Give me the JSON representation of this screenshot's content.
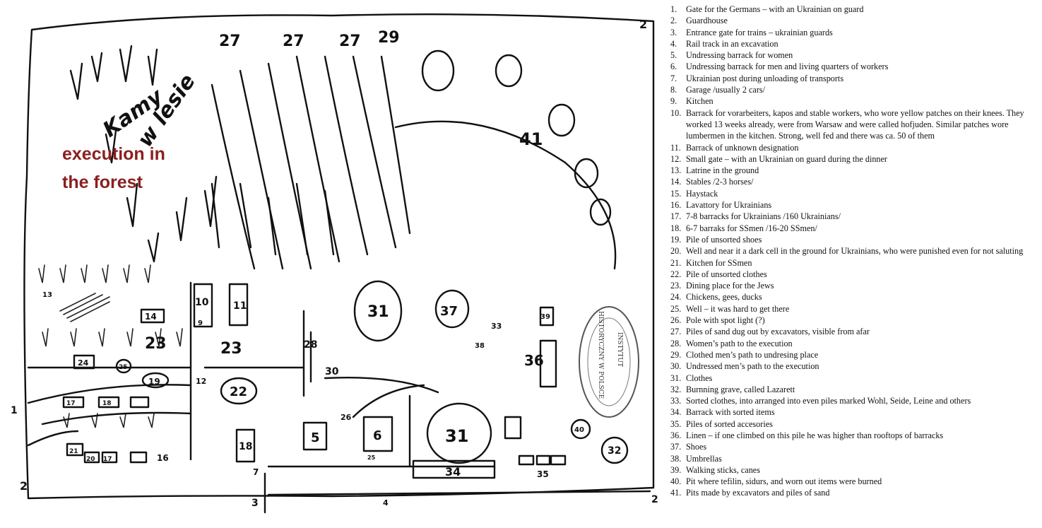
{
  "map": {
    "annotation": [
      "execution in",
      "the forest"
    ],
    "script_words": [
      "Kamy",
      "w lesie"
    ],
    "labels": [
      {
        "id": "l27a",
        "text": "27"
      },
      {
        "id": "l27b",
        "text": "27"
      },
      {
        "id": "l27c",
        "text": "27"
      },
      {
        "id": "l29",
        "text": "29"
      },
      {
        "id": "l41",
        "text": "41"
      },
      {
        "id": "l31a",
        "text": "31"
      },
      {
        "id": "l37",
        "text": "37"
      },
      {
        "id": "l33",
        "text": "33"
      },
      {
        "id": "l38",
        "text": "38"
      },
      {
        "id": "l36",
        "text": "36"
      },
      {
        "id": "l39",
        "text": "39"
      },
      {
        "id": "l10",
        "text": "10"
      },
      {
        "id": "l11",
        "text": "11"
      },
      {
        "id": "l9",
        "text": "9"
      },
      {
        "id": "l23a",
        "text": "23"
      },
      {
        "id": "l23b",
        "text": "23"
      },
      {
        "id": "l14",
        "text": "14"
      },
      {
        "id": "l13",
        "text": "13"
      },
      {
        "id": "l24",
        "text": "24"
      },
      {
        "id": "l25b",
        "text": "25"
      },
      {
        "id": "l19",
        "text": "19"
      },
      {
        "id": "l12",
        "text": "12"
      },
      {
        "id": "l22",
        "text": "22"
      },
      {
        "id": "l28",
        "text": "28"
      },
      {
        "id": "l30",
        "text": "30"
      },
      {
        "id": "l26",
        "text": "26"
      },
      {
        "id": "l5",
        "text": "5"
      },
      {
        "id": "l6",
        "text": "6"
      },
      {
        "id": "l31b",
        "text": "31"
      },
      {
        "id": "l34",
        "text": "34"
      },
      {
        "id": "l35",
        "text": "35"
      },
      {
        "id": "l40",
        "text": "40"
      },
      {
        "id": "l32",
        "text": "32"
      },
      {
        "id": "l18",
        "text": "18"
      },
      {
        "id": "l21",
        "text": "21"
      },
      {
        "id": "l20",
        "text": "20"
      },
      {
        "id": "l17a",
        "text": "17"
      },
      {
        "id": "l17b",
        "text": "17"
      },
      {
        "id": "l18b",
        "text": "18"
      },
      {
        "id": "l16",
        "text": "16"
      },
      {
        "id": "l7",
        "text": "7"
      },
      {
        "id": "l3",
        "text": "3"
      },
      {
        "id": "l4",
        "text": "4"
      },
      {
        "id": "l1",
        "text": "1"
      },
      {
        "id": "l2a",
        "text": "2"
      },
      {
        "id": "l2b",
        "text": "2"
      },
      {
        "id": "l2c",
        "text": "2"
      },
      {
        "id": "l25a",
        "text": "25"
      }
    ],
    "stamp_text": [
      "HISTORYCZNY W POLSCE",
      "INSTYTUT"
    ]
  },
  "legend": [
    {
      "n": "1.",
      "t": "Gate for the Germans – with an Ukrainian on guard"
    },
    {
      "n": "2.",
      "t": "Guardhouse"
    },
    {
      "n": "3.",
      "t": "Entrance gate for trains – ukrainian guards"
    },
    {
      "n": "4.",
      "t": "Rail track in an excavation"
    },
    {
      "n": "5.",
      "t": "Undressing barrack for women"
    },
    {
      "n": "6.",
      "t": "Undressing barrack for men and living quarters of workers"
    },
    {
      "n": "7.",
      "t": "Ukrainian post during unloading of transports"
    },
    {
      "n": "8.",
      "t": "Garage /usually 2 cars/"
    },
    {
      "n": "9.",
      "t": "Kitchen"
    },
    {
      "n": "10.",
      "t": "Barrack for vorarbeiters, kapos and stable workers, who wore yellow patches on their knees. They worked 13 weeks already, were from Warsaw and were called hofjuden. Similar patches wore lumbermen in the kitchen. Strong, well fed and there was ca. 50 of them"
    },
    {
      "n": "11.",
      "t": "Barrack of unknown designation"
    },
    {
      "n": "12.",
      "t": "Small gate – with an Ukrainian on guard during the dinner"
    },
    {
      "n": "13.",
      "t": "Latrine in the ground"
    },
    {
      "n": "14.",
      "t": "Stables /2-3 horses/"
    },
    {
      "n": "15.",
      "t": "Haystack"
    },
    {
      "n": "16.",
      "t": "Lavattory for Ukrainians"
    },
    {
      "n": "17.",
      "t": "7-8 barracks for Ukrainians /160 Ukrainians/"
    },
    {
      "n": "18.",
      "t": "6-7 barraks for SSmen  /16-20 SSmen/"
    },
    {
      "n": "19.",
      "t": "Pile of unsorted shoes"
    },
    {
      "n": "20.",
      "t": "Well and near it a dark cell in the ground for Ukrainians, who were punished even for not saluting"
    },
    {
      "n": "21.",
      "t": "Kitchen for SSmen"
    },
    {
      "n": "22.",
      "t": "Pile of unsorted clothes"
    },
    {
      "n": "23.",
      "t": "Dining place for the Jews"
    },
    {
      "n": "24.",
      "t": "Chickens, gees, ducks"
    },
    {
      "n": "25.",
      "t": "Well – it was hard to get there"
    },
    {
      "n": "26.",
      "t": "Pole with spot light (?)"
    },
    {
      "n": "27.",
      "t": "Piles of sand dug out by excavators, visible from afar"
    },
    {
      "n": "28.",
      "t": "Women’s path to the execution"
    },
    {
      "n": "29.",
      "t": "Clothed men’s path to undresing place"
    },
    {
      "n": "30.",
      "t": "Undressed men’s path to the execution"
    },
    {
      "n": "31.",
      "t": "Clothes"
    },
    {
      "n": "32.",
      "t": "Burnning grave, called Lazarett"
    },
    {
      "n": "33.",
      "t": "Sorted clothes, into arranged into even piles marked Wohl, Seide, Leine and others"
    },
    {
      "n": "34.",
      "t": "Barrack with sorted items"
    },
    {
      "n": "35.",
      "t": "Piles of sorted accesories"
    },
    {
      "n": "36.",
      "t": "Linen – if one climbed on this pile he was higher than rooftops of barracks"
    },
    {
      "n": "37.",
      "t": "Shoes"
    },
    {
      "n": "38.",
      "t": "Umbrellas"
    },
    {
      "n": "39.",
      "t": "Walking sticks, canes"
    },
    {
      "n": "40.",
      "t": "Pit where tefilin, sidurs, and worn out items were burned"
    },
    {
      "n": "41.",
      "t": "Pits made by excavators and piles of sand"
    }
  ]
}
